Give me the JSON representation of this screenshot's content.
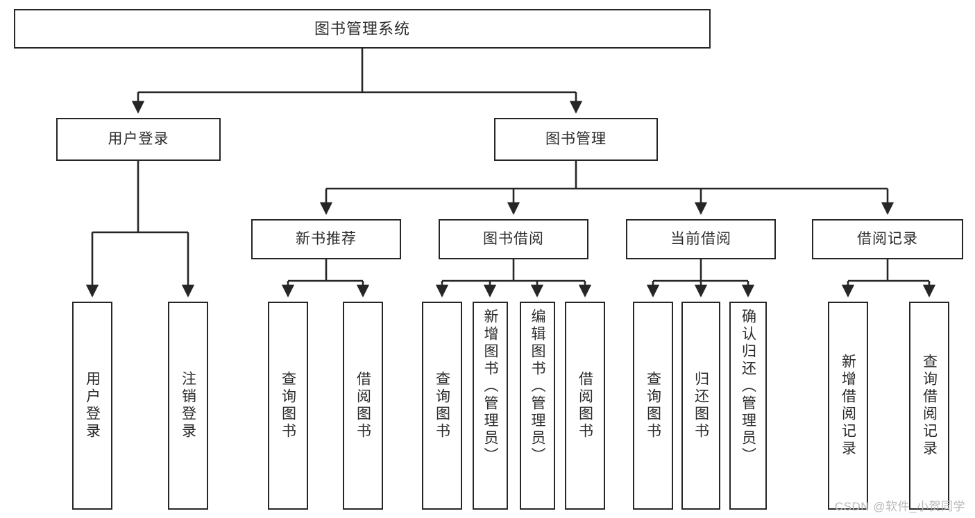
{
  "diagram": {
    "title": "图书管理系统",
    "type": "tree-hierarchy-diagram",
    "watermark": "CSDN @软件_小贺同学",
    "colors": {
      "stroke": "#262626",
      "text": "#2b2b2b",
      "background": "#ffffff",
      "watermark": "#b9b9b9"
    },
    "root": {
      "id": "root",
      "label": "图书管理系统"
    },
    "level1": [
      {
        "id": "user-login",
        "label": "用户登录"
      },
      {
        "id": "book-management",
        "label": "图书管理"
      }
    ],
    "level2": [
      {
        "id": "new-book-recommend",
        "label": "新书推荐"
      },
      {
        "id": "book-borrow",
        "label": "图书借阅"
      },
      {
        "id": "current-borrow",
        "label": "当前借阅"
      },
      {
        "id": "borrow-record",
        "label": "借阅记录"
      }
    ],
    "leaves": {
      "user_login": [
        {
          "id": "leaf-user-login",
          "label": "用户登录"
        },
        {
          "id": "leaf-logout",
          "label": "注销登录"
        }
      ],
      "new_book_recommend": [
        {
          "id": "leaf-query-book-1",
          "label": "查询图书"
        },
        {
          "id": "leaf-borrow-book-1",
          "label": "借阅图书"
        }
      ],
      "book_borrow": [
        {
          "id": "leaf-query-book-2",
          "label": "查询图书"
        },
        {
          "id": "leaf-add-book",
          "label": "新增图书（管理员）"
        },
        {
          "id": "leaf-edit-book",
          "label": "编辑图书（管理员）"
        },
        {
          "id": "leaf-borrow-book-2",
          "label": "借阅图书"
        }
      ],
      "current_borrow": [
        {
          "id": "leaf-query-book-3",
          "label": "查询图书"
        },
        {
          "id": "leaf-return-book",
          "label": "归还图书"
        },
        {
          "id": "leaf-confirm-return",
          "label": "确认归还（管理员）"
        }
      ],
      "borrow_record": [
        {
          "id": "leaf-add-record",
          "label": "新增借阅记录"
        },
        {
          "id": "leaf-query-record",
          "label": "查询借阅记录"
        }
      ]
    }
  }
}
